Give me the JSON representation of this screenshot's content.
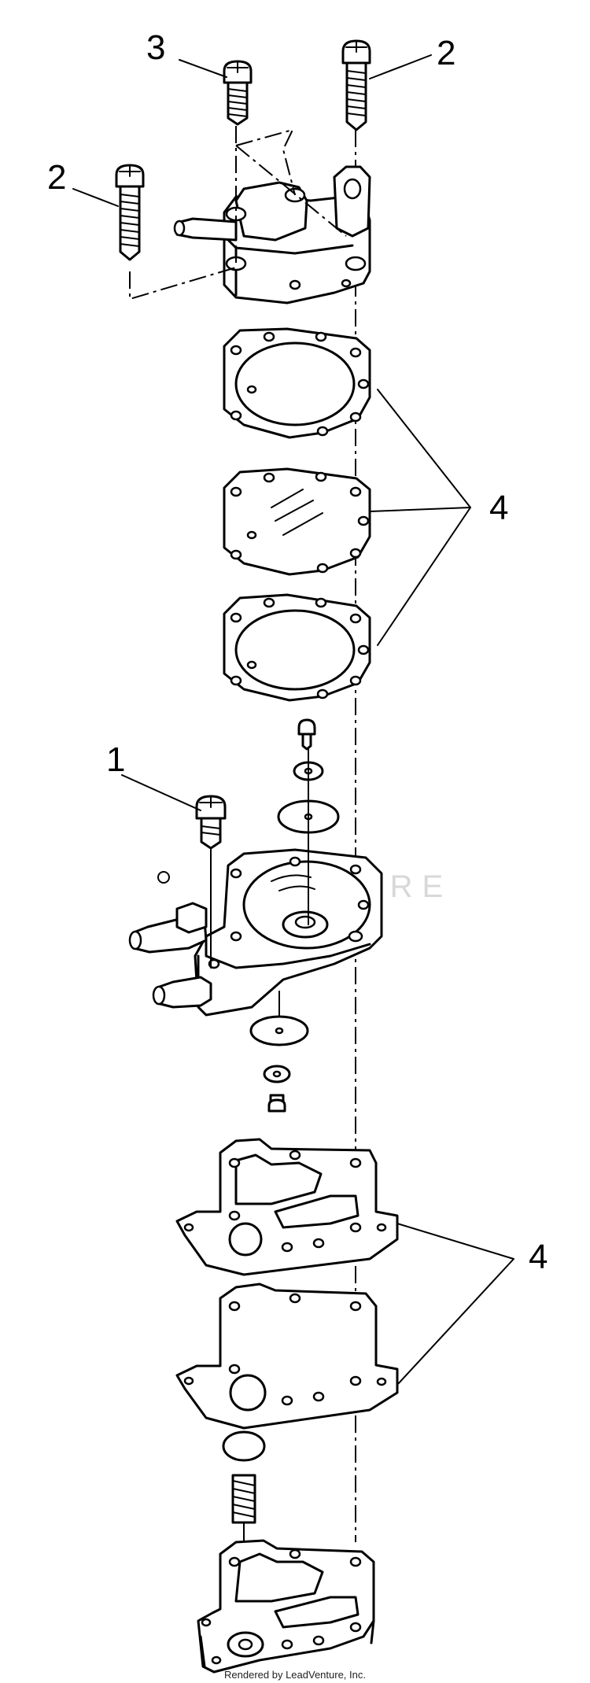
{
  "callouts": {
    "c1": "1",
    "c2a": "2",
    "c2b": "2",
    "c3": "3",
    "c4a": "4",
    "c4b": "4"
  },
  "footer": "Rendered by LeadVenture, Inc.",
  "watermark": "VENTURE"
}
